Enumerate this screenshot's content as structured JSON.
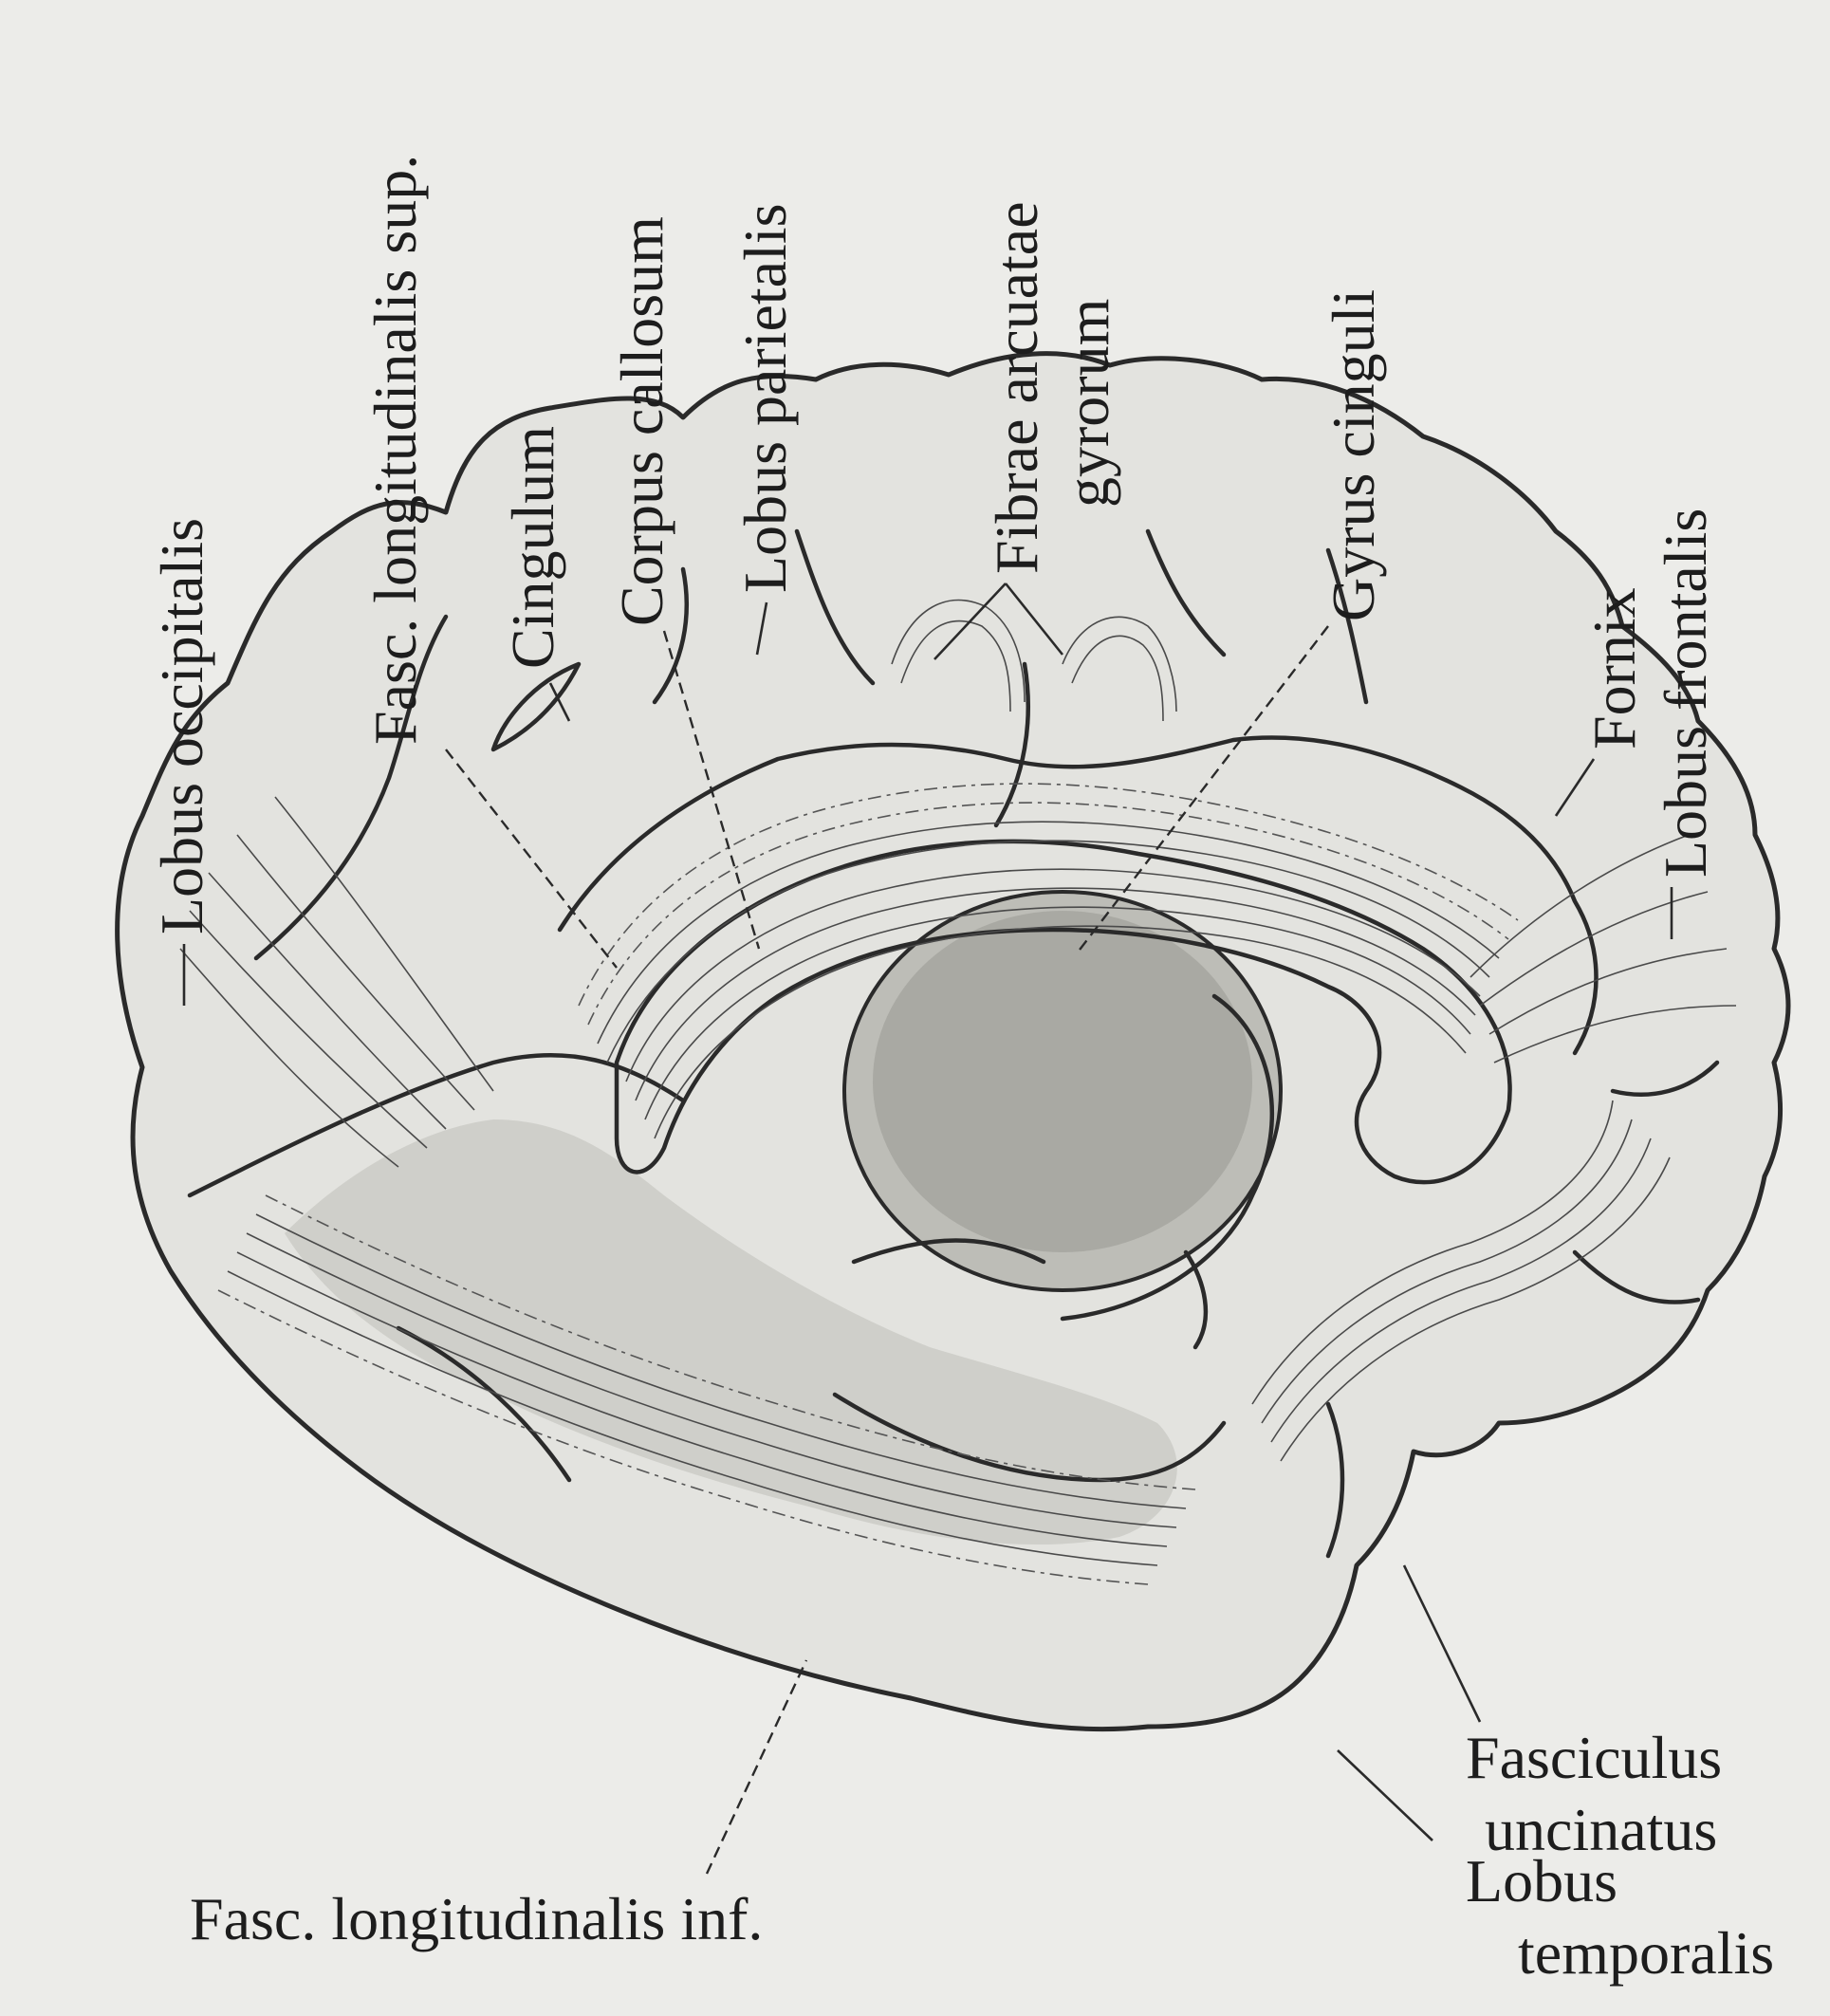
{
  "labels": {
    "lobus_occipitalis": "Lobus occipitalis",
    "fasc_long_sup": "Fasc. longitudinalis sup.",
    "cingulum": "Cingulum",
    "corpus_callosum": "Corpus callosum",
    "lobus_parietalis": "Lobus parietalis",
    "fibrae_arcuatae_1": "Fibrae arcuatae",
    "fibrae_arcuatae_2": "gyrorum",
    "gyrus_cinguli": "Gyrus cinguli",
    "fornix": "Fornix",
    "lobus_frontalis": "Lobus frontalis",
    "fasc_uncinatus_1": "Fasciculus",
    "fasc_uncinatus_2": "uncinatus",
    "lobus_temporalis_1": "Lobus",
    "lobus_temporalis_2": "temporalis",
    "fasc_long_inf": "Fasc. longitudinalis inf."
  }
}
